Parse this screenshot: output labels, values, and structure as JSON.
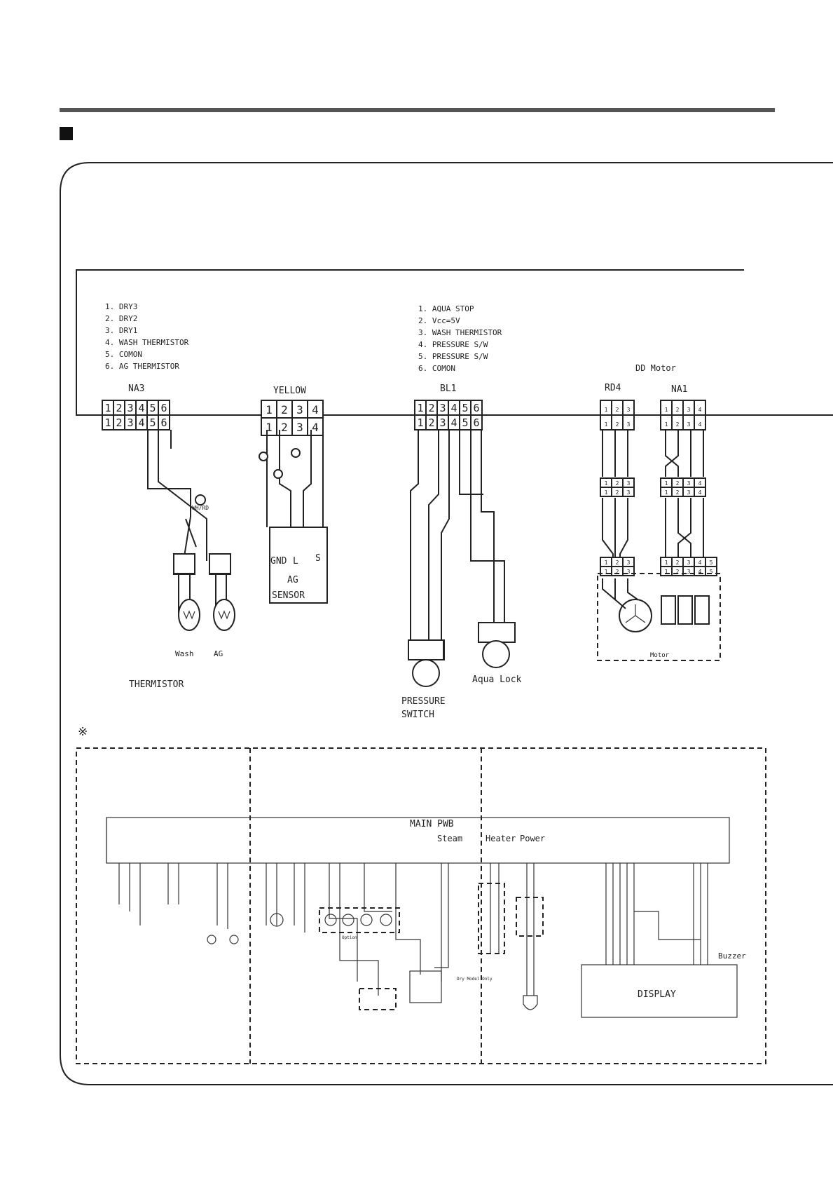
{
  "legend": {
    "na3": [
      "1. DRY3",
      "2. DRY2",
      "3. DRY1",
      "4. WASH THERMISTOR",
      "5. COMON",
      "6. AG THERMISTOR"
    ],
    "bl1": [
      "1. AQUA STOP",
      "2. Vcc=5V",
      "3. WASH THERMISTOR",
      "4. PRESSURE S/W",
      "5. PRESSURE S/W",
      "6. COMON"
    ]
  },
  "connectors": {
    "na3": "NA3",
    "yellow": "YELLOW",
    "bl1": "BL1",
    "rd4": "RD4",
    "na1": "NA1",
    "dd_motor": "DD Motor"
  },
  "components": {
    "wash": "Wash",
    "ag": "AG",
    "thermistor": "THERMISTOR",
    "ag_sensor_gnd": "GND",
    "ag_sensor_l": "L",
    "ag_sensor_s": "S",
    "ag_sensor_line1": "AG",
    "ag_sensor_line2": "SENSOR",
    "pressure_line1": "PRESSURE",
    "pressure_line2": "SWITCH",
    "aqua_lock": "Aqua Lock",
    "motor": "Motor",
    "wh_rd": "WH/RD"
  },
  "note_symbol": "※",
  "overview": {
    "main_pwb": "MAIN PWB",
    "steam": "Steam",
    "heater": "Heater",
    "power": "Power",
    "buzzer": "Buzzer",
    "display": "DISPLAY",
    "option": "Option",
    "dry_model_only": "Dry Model Only"
  },
  "colors": {
    "line": "#222222",
    "header_bar": "#555555"
  }
}
